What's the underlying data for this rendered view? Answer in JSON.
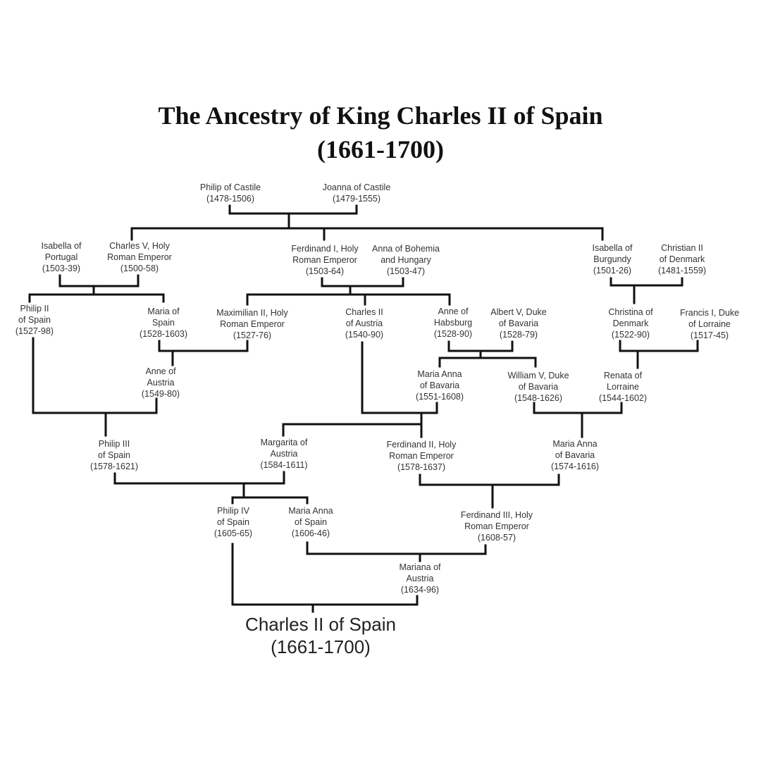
{
  "title": {
    "line1": "The Ancestry of King Charles II of Spain",
    "line2": "(1661-1700)"
  },
  "people": {
    "philip_castile": [
      "Philip of Castile",
      "(1478-1506)"
    ],
    "joanna_castile": [
      "Joanna of Castile",
      "(1479-1555)"
    ],
    "isabella_portugal": [
      "Isabella of",
      "Portugal",
      "(1503-39)"
    ],
    "charles_v": [
      "Charles V, Holy",
      "Roman Emperor",
      "(1500-58)"
    ],
    "ferdinand_i": [
      "Ferdinand I, Holy",
      "Roman Emperor",
      "(1503-64)"
    ],
    "anna_bohemia": [
      "Anna of Bohemia",
      "and Hungary",
      "(1503-47)"
    ],
    "isabella_burgundy": [
      "Isabella of",
      "Burgundy",
      "(1501-26)"
    ],
    "christian_ii": [
      "Christian II",
      "of Denmark",
      "(1481-1559)"
    ],
    "philip_ii": [
      "Philip II",
      "of Spain",
      "(1527-98)"
    ],
    "maria_spain": [
      "Maria of",
      "Spain",
      "(1528-1603)"
    ],
    "maximilian_ii": [
      "Maximilian II, Holy",
      "Roman Emperor",
      "(1527-76)"
    ],
    "charles_ii_austria": [
      "Charles II",
      "of Austria",
      "(1540-90)"
    ],
    "anne_habsburg": [
      "Anne of",
      "Habsburg",
      "(1528-90)"
    ],
    "albert_v": [
      "Albert V, Duke",
      "of Bavaria",
      "(1528-79)"
    ],
    "christina_denmark": [
      "Christina of",
      "Denmark",
      "(1522-90)"
    ],
    "francis_i": [
      "Francis I, Duke",
      "of Lorraine",
      "(1517-45)"
    ],
    "anne_austria": [
      "Anne of",
      "Austria",
      "(1549-80)"
    ],
    "maria_anna_bavaria_1551": [
      "Maria Anna",
      "of Bavaria",
      "(1551-1608)"
    ],
    "william_v": [
      "William V, Duke",
      "of Bavaria",
      "(1548-1626)"
    ],
    "renata_lorraine": [
      "Renata of",
      "Lorraine",
      "(1544-1602)"
    ],
    "philip_iii": [
      "Philip III",
      "of Spain",
      "(1578-1621)"
    ],
    "margarita_austria": [
      "Margarita of",
      "Austria",
      "(1584-1611)"
    ],
    "ferdinand_ii": [
      "Ferdinand II, Holy",
      "Roman Emperor",
      "(1578-1637)"
    ],
    "maria_anna_bavaria_1574": [
      "Maria Anna",
      "of Bavaria",
      "(1574-1616)"
    ],
    "philip_iv": [
      "Philip IV",
      "of Spain",
      "(1605-65)"
    ],
    "maria_anna_spain": [
      "Maria Anna",
      "of Spain",
      "(1606-46)"
    ],
    "ferdinand_iii": [
      "Ferdinand III, Holy",
      "Roman Emperor",
      "(1608-57)"
    ],
    "mariana_austria": [
      "Mariana of",
      "Austria",
      "(1634-96)"
    ],
    "charles_ii_spain": [
      "Charles II of Spain",
      "(1661-1700)"
    ]
  }
}
